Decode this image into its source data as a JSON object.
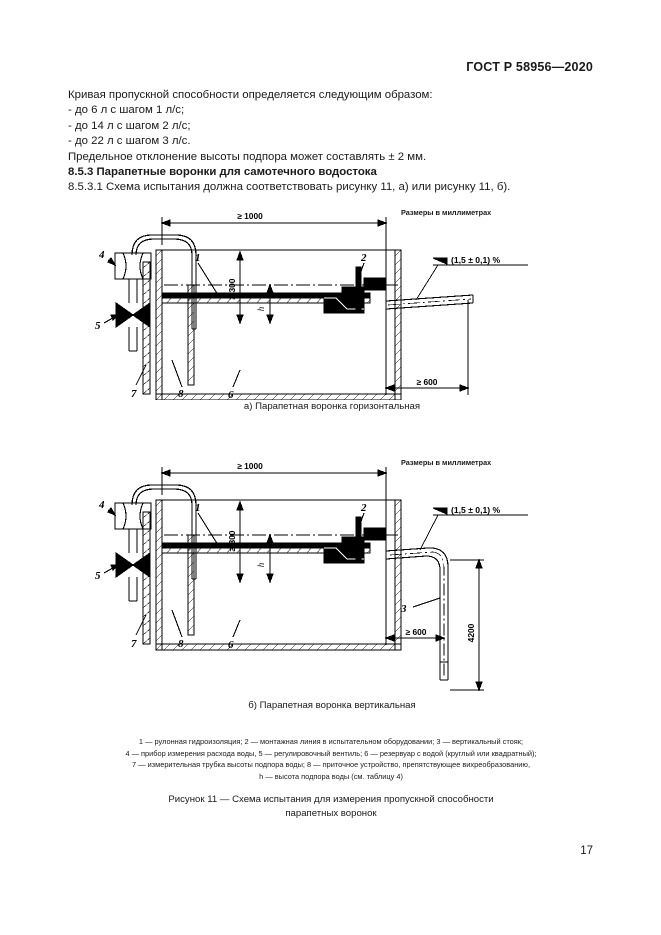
{
  "header": {
    "standard": "ГОСТ Р 58956—2020"
  },
  "body": {
    "lines": [
      {
        "text": "Кривая пропускной способности определяется следующим образом:",
        "bold": false
      },
      {
        "text": "- до 6 л с шагом 1 л/с;",
        "bold": false
      },
      {
        "text": "- до 14 л с шагом 2 л/с;",
        "bold": false
      },
      {
        "text": "- до 22 л с шагом 3 л/с.",
        "bold": false
      },
      {
        "text": "Предельное отклонение высоты подпора может составлять ± 2 мм.",
        "bold": false
      },
      {
        "text": "8.5.3 Парапетные воронки для самотечного водостока",
        "bold": true
      },
      {
        "text": "8.5.3.1 Схема испытания должна соответствовать рисунку 11, а) или рисунку 11, б).",
        "bold": false
      }
    ]
  },
  "figures": [
    {
      "units_note": "Размеры в миллиметрах",
      "caption": "а) Парапетная воронка горизонтальная",
      "dimensions": {
        "length": "≥ 1000",
        "height": "≥ 300",
        "outlet": "≥ 600",
        "slope": "(1,5 ± 0,1) %",
        "head": "h"
      },
      "callouts": [
        "1",
        "2",
        "4",
        "5",
        "6",
        "7",
        "8"
      ]
    },
    {
      "units_note": "Размеры в миллиметрах",
      "caption": "б) Парапетная воронка вертикальная",
      "dimensions": {
        "length": "≥ 1000",
        "height": "≥ 300",
        "outlet": "≥ 600",
        "slope": "(1,5 ± 0,1) %",
        "riser": "4200",
        "head": "h"
      },
      "callouts": [
        "1",
        "2",
        "3",
        "4",
        "5",
        "6",
        "7",
        "8"
      ]
    }
  ],
  "legend": {
    "line1": "1 — рулонная гидроизоляция; 2 — монтажная линия в испытательном оборудовании; 3 — вертикальный стояк;",
    "line2": "4 — прибор измерения расхода воды, 5 — регулировочный вентиль; 6 — резервуар с водой (круглый или квадратный);",
    "line3": "7 — измерительная трубка высоты подпора воды; 8 — приточное устройство, препятствующее вихреобразованию,",
    "line4": "h — высота подпора воды (см. таблицу 4)"
  },
  "figure_title": {
    "line1": "Рисунок 11 — Схема испытания для измерения пропускной способности",
    "line2": "парапетных воронок"
  },
  "page_number": "17"
}
